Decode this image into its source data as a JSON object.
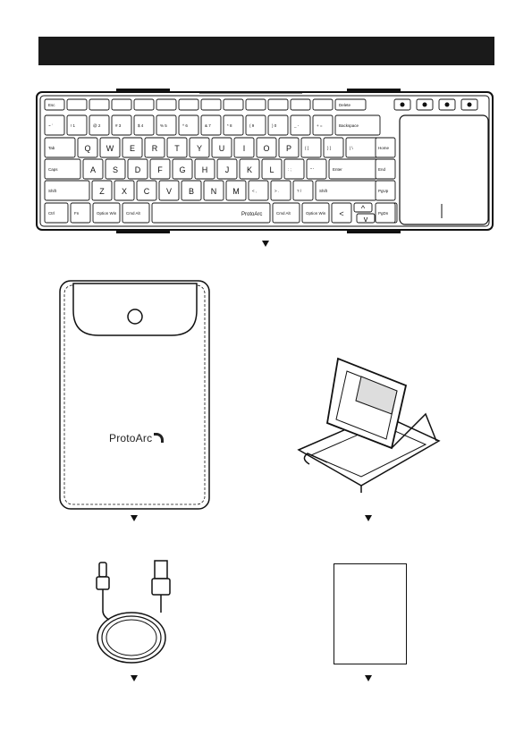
{
  "page": {
    "header_bar_color": "#1a1a1a"
  },
  "keyboard": {
    "brand": "ProtoArc",
    "rows": [
      [
        "Esc",
        "",
        "",
        "",
        "",
        "",
        "",
        "",
        "",
        "",
        "",
        "",
        "",
        "Delete"
      ],
      [
        "~ `",
        "! 1",
        "@ 2",
        "# 3",
        "$ 4",
        "% 5",
        "^ 6",
        "& 7",
        "* 8",
        "( 9",
        ") 0",
        "_ -",
        "+ =",
        "Backspace"
      ],
      [
        "Tab",
        "Q",
        "W",
        "E",
        "R",
        "T",
        "Y",
        "U",
        "I",
        "O",
        "P",
        "{ [",
        "} ]",
        "| \\"
      ],
      [
        "Caps",
        "A",
        "S",
        "D",
        "F",
        "G",
        "H",
        "J",
        "K",
        "L",
        ": ;",
        "\" '",
        "Enter"
      ],
      [
        "Shift",
        "Z",
        "X",
        "C",
        "V",
        "B",
        "N",
        "M",
        "< ,",
        "> .",
        "? /",
        "Shift"
      ],
      [
        "Ctrl",
        "Fn",
        "Option Win",
        "Cmd Alt",
        "",
        "Cmd Alt",
        "Option Win",
        "<",
        "^",
        "v",
        ">"
      ]
    ],
    "side_keys": [
      "Home",
      "End",
      "PgUp",
      "PgDn"
    ]
  },
  "pouch": {
    "brand": "ProtoArc"
  },
  "items": [
    {
      "name": "keyboard"
    },
    {
      "name": "pouch"
    },
    {
      "name": "stand"
    },
    {
      "name": "usb-cable"
    },
    {
      "name": "manual"
    }
  ]
}
